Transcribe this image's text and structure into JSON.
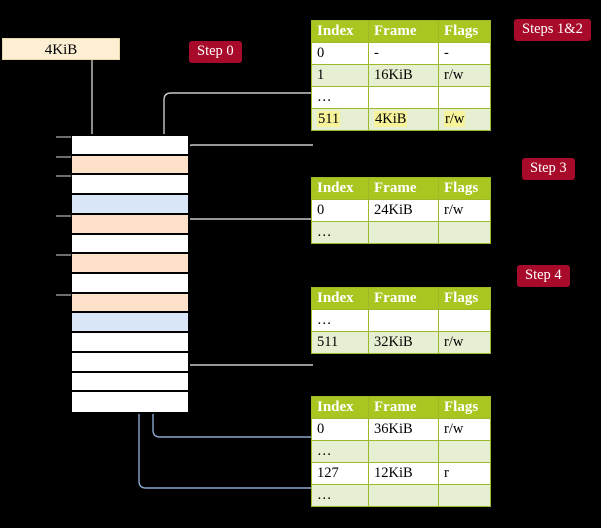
{
  "diagram": {
    "title_hidden": "",
    "source_box": {
      "label": "4KiB"
    },
    "badges": [
      {
        "name": "step-0",
        "label": "Step 0",
        "color": "#a80b2a"
      },
      {
        "name": "steps-1-2",
        "label": "Steps 1&2",
        "color": "#a80b2a"
      },
      {
        "name": "step-3",
        "label": "Step 3",
        "color": "#a80b2a"
      },
      {
        "name": "step-4",
        "label": "Step 4",
        "color": "#a80b2a"
      }
    ],
    "columns": [
      "Index",
      "Frame",
      "Flags"
    ],
    "tables": [
      {
        "name": "page-table-1",
        "rows": [
          {
            "index": "0",
            "frame": "-",
            "flags": "-",
            "shade": "plain",
            "highlight": false
          },
          {
            "index": "1",
            "frame": "16KiB",
            "flags": "r/w",
            "shade": "alt",
            "highlight": false
          },
          {
            "index": "…",
            "frame": "",
            "flags": "",
            "shade": "plain",
            "highlight": false
          },
          {
            "index": "511",
            "frame": "4KiB",
            "flags": "r/w",
            "shade": "alt",
            "highlight": true
          }
        ]
      },
      {
        "name": "page-table-2",
        "rows": [
          {
            "index": "0",
            "frame": "24KiB",
            "flags": "r/w",
            "shade": "plain",
            "highlight": false
          },
          {
            "index": "…",
            "frame": "",
            "flags": "",
            "shade": "alt",
            "highlight": false
          }
        ]
      },
      {
        "name": "page-table-3",
        "rows": [
          {
            "index": "…",
            "frame": "",
            "flags": "",
            "shade": "plain",
            "highlight": false
          },
          {
            "index": "511",
            "frame": "32KiB",
            "flags": "r/w",
            "shade": "alt",
            "highlight": false
          }
        ]
      },
      {
        "name": "page-table-4",
        "rows": [
          {
            "index": "0",
            "frame": "36KiB",
            "flags": "r/w",
            "shade": "plain",
            "highlight": false
          },
          {
            "index": "…",
            "frame": "",
            "flags": "",
            "shade": "alt",
            "highlight": false
          },
          {
            "index": "127",
            "frame": "12KiB",
            "flags": "r",
            "shade": "plain",
            "highlight": false
          },
          {
            "index": "…",
            "frame": "",
            "flags": "",
            "shade": "alt",
            "highlight": false
          }
        ]
      }
    ],
    "memory_column": {
      "name": "physical-memory-column",
      "frames": [
        {
          "fill": "white"
        },
        {
          "fill": "orange"
        },
        {
          "fill": "white"
        },
        {
          "fill": "blue"
        },
        {
          "fill": "orange"
        },
        {
          "fill": "white"
        },
        {
          "fill": "orange"
        },
        {
          "fill": "white"
        },
        {
          "fill": "orange"
        },
        {
          "fill": "blue"
        },
        {
          "fill": "white"
        },
        {
          "fill": "white"
        },
        {
          "fill": "white"
        },
        {
          "fill": "white"
        }
      ]
    },
    "colors": {
      "header_green": "#a8c61f",
      "row_alt": "#e7efd2",
      "highlight_yellow": "#f7f39a",
      "badge_red": "#a80b2a",
      "frame_orange": "#fce0c8",
      "frame_blue": "#d8e6f7",
      "source_cream": "#fcefd2",
      "wire_grey": "#c9c9c9",
      "wire_blue": "#8aa8cd"
    }
  }
}
